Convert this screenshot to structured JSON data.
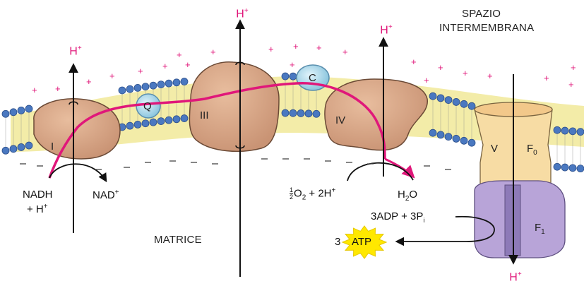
{
  "regions": {
    "intermembrane": [
      "SPAZIO",
      "INTERMEMBRANA"
    ],
    "matrix": "MATRICE"
  },
  "complexes": {
    "I": "I",
    "III": "III",
    "IV": "IV",
    "V": "V",
    "Q": "Q",
    "C": "C",
    "F0": "F",
    "F0_sub": "0",
    "F1": "F",
    "F1_sub": "1"
  },
  "protons": {
    "h_label": "H",
    "h_charge": "+"
  },
  "reactions": {
    "nadh_line1": "NADH",
    "nadh_line2": "+ H",
    "nadh_line2_charge": "+",
    "nad": "NAD",
    "nad_charge": "+",
    "oxygen_frac_num": "1",
    "oxygen_frac_den": "2",
    "oxygen_rest": "O",
    "oxygen_sub": "2",
    "oxygen_plus": " + 2H",
    "oxygen_charge": "+",
    "water": "H",
    "water_sub": "2",
    "water_rest": "O",
    "adp": "3ADP + 3P",
    "adp_sub": "i",
    "atp_count": "3",
    "atp": "ATP"
  },
  "colors": {
    "protein": "#d9a988",
    "protein_edge": "#6b4a36",
    "electron_path": "#e0177a",
    "membrane_head": "#4a78c0",
    "membrane_tail": "#f3eca8",
    "f0": "#f7dca4",
    "f1": "#b8a4d8",
    "atp_burst": "#ffe800",
    "charge_plus": "#e0177a"
  }
}
